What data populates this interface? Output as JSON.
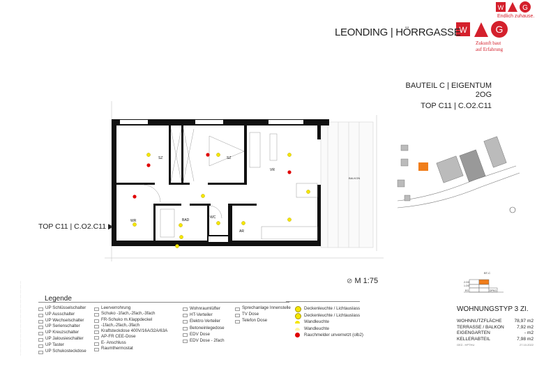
{
  "header": {
    "title": "LEONDING | HÖRRGASSE",
    "bauteil": "BAUTEIL C | EIGENTUM",
    "floor": "2OG",
    "top": "TOP C11 | C.O2.C11"
  },
  "logo": {
    "small_text": "WAG",
    "small_slogan": "Endlich zuhause.",
    "large_text": "WAG",
    "large_slogan_1": "Zukunft baut",
    "large_slogan_2": "auf Erfahrung",
    "brand_color": "#d4202c"
  },
  "plan": {
    "top_marker": "TOP C11 | C.O2.C11",
    "rooms": [
      "SZ",
      "SZ",
      "WR",
      "VR",
      "BAD",
      "WC",
      "AR"
    ],
    "balcony": "BALKON",
    "scale": "M  1:75"
  },
  "minimap": {
    "title": "BT-C",
    "levels": [
      "2.OG",
      "1.OG",
      "EG"
    ],
    "tg": "DPKG",
    "highlight_color": "#f07d1a"
  },
  "legend": {
    "title": "Legende",
    "col1": [
      "UP Schlüsselschalter",
      "UP Ausschalter",
      "UP Wechselschalter",
      "UP Serienschalter",
      "UP Kreuzschalter",
      "UP Jalousieschalter",
      "UP Taster",
      "UP Schukosteckdose"
    ],
    "col2": [
      "Leerverrohrung",
      "Schuko -1fach,-2fach,-3fach",
      "FR-Schuko m.Klappdeckel",
      "-1fach,-2fach,-3fach",
      "Kraftsteckdose 400V/16A/32A/63A",
      "AP-FR CEE-Dose",
      "E- Anschluss",
      "Raumthermostat"
    ],
    "col3": [
      "Wohnraumlüfter",
      "HT-Verteiler",
      "Elektro-Verteiler",
      "Betoneinlegedose",
      "EDV Dose",
      "EDV Dose - 2fach"
    ],
    "col4": [
      "Sprechanlage Innenstelle",
      "TV Dose",
      "Telefon Dose"
    ],
    "lights": [
      {
        "label": "Deckenleuchte / Lichtauslass",
        "color": "#f5e600"
      },
      {
        "label": "Deckenleuchte / Lichtauslass",
        "color": "#f5e600"
      },
      {
        "label": "Wandleuchte",
        "color": "#f5e600"
      },
      {
        "label": "Wandleuchte",
        "color": "#fff6a0"
      },
      {
        "label": "Rauchmelder unvernetzt (olb2)",
        "color": "#e00000"
      }
    ]
  },
  "unit": {
    "type": "WOHNUNGSTYP  3 ZI.",
    "areas": [
      {
        "label": "WOHNNUTZFLÄCHE",
        "value": "78,97 m2"
      },
      {
        "label": "TERRASSE / BALKON",
        "value": "7,92 m2"
      },
      {
        "label": "EIGENGARTEN",
        "value": "- m2"
      },
      {
        "label": "KELLERABTEIL",
        "value": "7,98 m2"
      }
    ],
    "footer_left": "GEZ.: HPTHU",
    "footer_right": "27.10.2022"
  }
}
